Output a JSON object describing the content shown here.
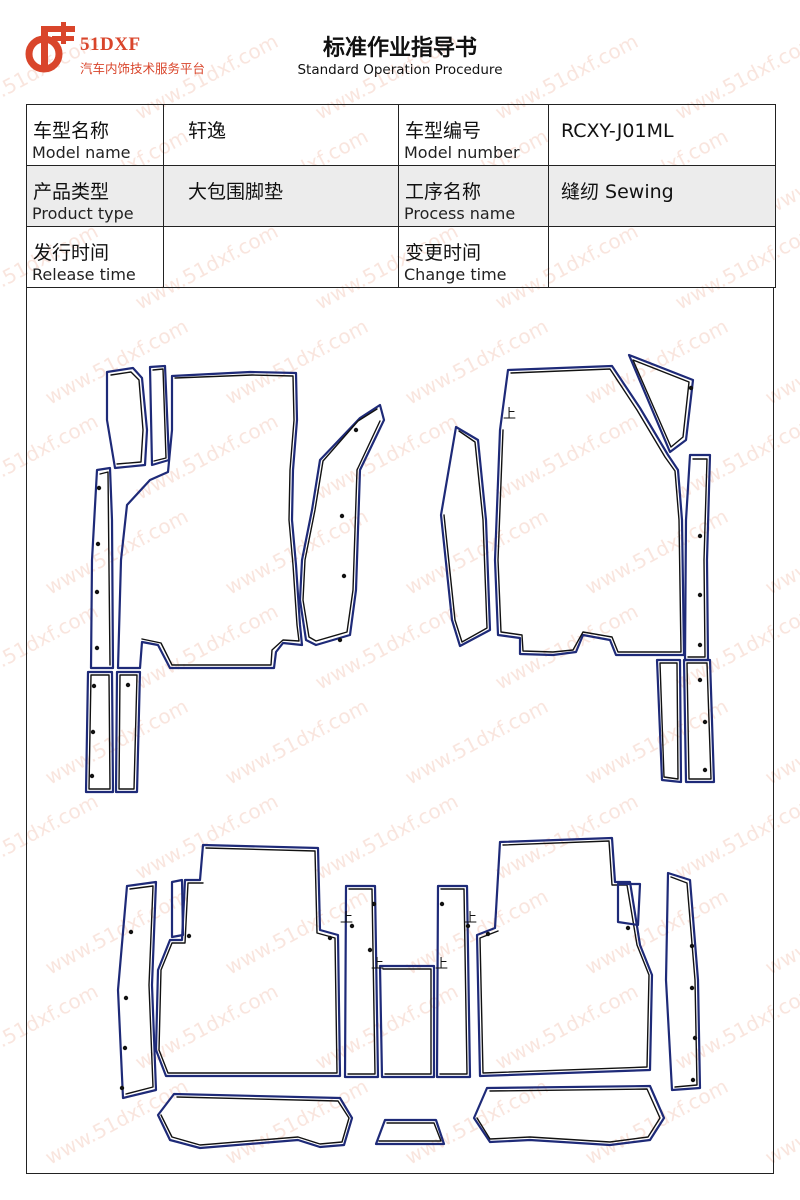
{
  "logo": {
    "brand": "51DXF",
    "subtitle": "汽车内饰技术服务平台"
  },
  "title": {
    "cn": "标准作业指导书",
    "en": "Standard Operation Procedure"
  },
  "rows": [
    {
      "label1_cn": "车型名称",
      "label1_en": "Model name",
      "value1": "轩逸",
      "label2_cn": "车型编号",
      "label2_en": "Model number",
      "value2": "RCXY-J01ML"
    },
    {
      "label1_cn": "产品类型",
      "label1_en": "Product type",
      "value1": "大包围脚垫",
      "label2_cn": "工序名称",
      "label2_en": "Process name",
      "value2": "缝纫 Sewing"
    },
    {
      "label1_cn": "发行时间",
      "label1_en": "Release time",
      "value1": "",
      "label2_cn": "变更时间",
      "label2_en": "Change time",
      "value2": ""
    }
  ],
  "diagram": {
    "marker_char": "上",
    "outline_color": "#1e2a78"
  },
  "watermark": {
    "text": "www.51dxf.com",
    "color": "#f3c7b7"
  },
  "colors": {
    "brand": "#d9452b",
    "shaded_row": "#ececec"
  }
}
